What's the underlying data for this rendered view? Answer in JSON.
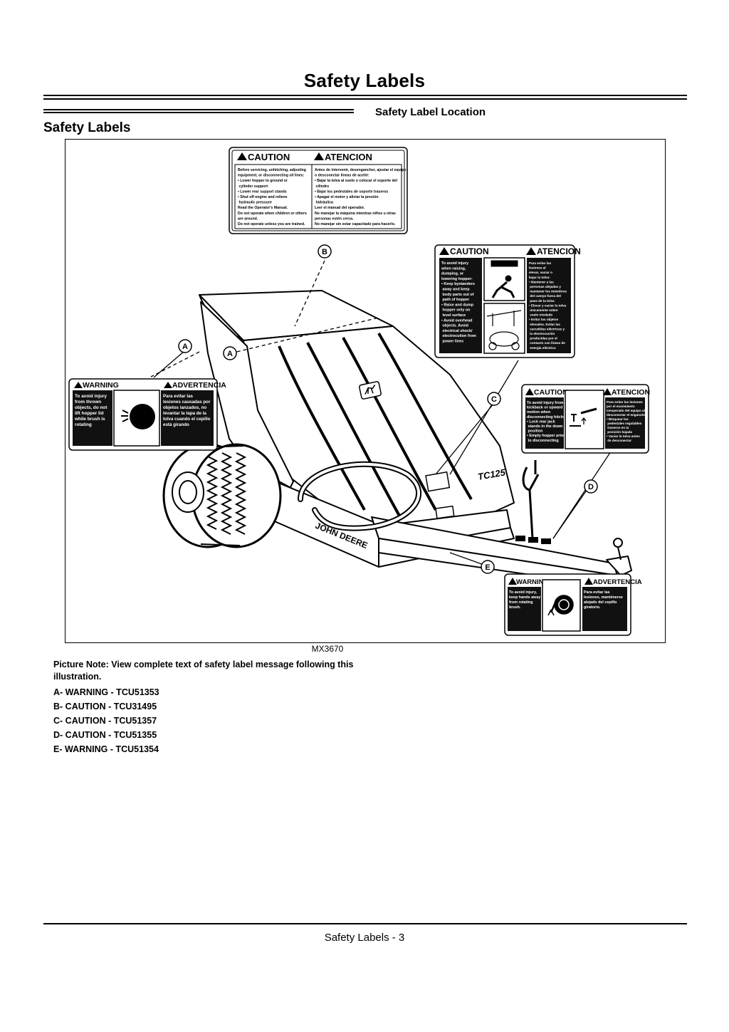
{
  "header": {
    "title": "Safety Labels"
  },
  "section": {
    "heading": "Safety Labels",
    "subheading": "Safety Label Location"
  },
  "figure": {
    "code": "MX3670",
    "callouts": {
      "a": "A",
      "b": "B",
      "c": "C",
      "d": "D",
      "e": "E"
    },
    "machine_brand": "JOHN DEERE",
    "machine_model": "TC125",
    "labels": {
      "b": {
        "title_en": "CAUTION",
        "title_es": "ATENCION",
        "text_en": [
          "Before servicing, unhitching, adjusting",
          "equipment, or disconnecting oil lines:",
          "• Lower hopper to ground or",
          "  cylinder support",
          "• Lower rear support stands",
          "• Shut off engine and relieve",
          "  hydraulic pressure",
          "Read the Operator's Manual.",
          "Do not operate when children or others",
          "are around.",
          "Do not operate unless you are trained."
        ],
        "text_es": [
          "Antes de intervenir, desengancher, ajustar el equipo",
          "o desconectar líneas de aceite:",
          "• Bajar la tolva al suelo o colocar el soporte del",
          "  cilindro",
          "• Bajar los pedestales de soporte traseros",
          "• Apagar el motor y aliviar la presión",
          "  hidráulica",
          "Leer el manual del operador.",
          "No manejar la máquina mientras niños u otras",
          "personas estén cerca.",
          "No manejar sin estar capacitado para hacerlo."
        ]
      },
      "c": {
        "title_en": "CAUTION",
        "title_es": "ATENCION",
        "text_en": [
          "To avoid injury",
          "when raising,",
          "dumping, or",
          "lowering hopper:",
          "• Keep bystanders",
          "  away and keep",
          "  body parts out of",
          "  path of hopper",
          "• Raise and dump",
          "  hopper only on",
          "  level surface",
          "• Avoid overhead",
          "  objects. Avoid",
          "  electrical shock/",
          "  electrocution from",
          "  power lines"
        ],
        "text_es": [
          "Para evitar las",
          "lesiones al",
          "elevar, vaciar o",
          "bajar la tolva:",
          "• Mantener a las",
          "  personas alejadas y",
          "  mantener los miembros",
          "  del cuerpo fuera del",
          "  paso de la tolva",
          "• Elevar y vaciar la tolva",
          "  únicamente sobre",
          "  suelo nivelado",
          "• Evitar los objetos",
          "  elevados. Evitar las",
          "  sacudidas eléctricas y",
          "  la electrocución",
          "  producidas por el",
          "  contacto con líneas de",
          "  energía eléctrica"
        ]
      },
      "a": {
        "title_en": "WARNING",
        "title_es": "ADVERTENCIA",
        "text_en": [
          "To avoid injury",
          "from thrown",
          "objects, do not",
          "lift hopper lid",
          "while brush is",
          "rotating"
        ],
        "text_es": [
          "Para evitar las",
          "lesiones causadas por",
          "objetos lanzados, no",
          "levantar la tapa de la",
          "tolva cuando el cepillo",
          "está girando"
        ]
      },
      "d": {
        "title_en": "CAUTION",
        "title_es": "ATENCION",
        "text_en": [
          "To avoid injury from",
          "kickback or upward",
          "motion when",
          "disconnecting hitch:",
          "• Lock rear jack",
          "  stands in the down",
          "  position",
          "• Empty hopper prior",
          "  to disconnecting"
        ],
        "text_es": [
          "Para evitar las lesiones",
          "por el movimiento",
          "inesperado del equipo al",
          "desconectar el enganche:",
          "• Bloquear los",
          "  pedestales regulables",
          "  traseros en la",
          "  posición bajada",
          "• Vaciar la tolva antes",
          "  de desconectar"
        ]
      },
      "e": {
        "title_en": "WARNING",
        "title_es": "ADVERTENCIA",
        "text_en": [
          "To avoid injury,",
          "keep hands away",
          "from rotating",
          "brush."
        ],
        "text_es": [
          "Para evitar las",
          "lesiones, manténerse",
          "alejado del cepillo",
          "giratorio."
        ]
      }
    }
  },
  "note": {
    "text": "Picture Note: View complete text of safety label message following this illustration."
  },
  "legend": [
    "A- WARNING - TCU51353",
    "B- CAUTION - TCU31495",
    "C- CAUTION - TCU51357",
    "D- CAUTION - TCU51355",
    "E- WARNING - TCU51354"
  ],
  "footer": {
    "page": "Safety Labels - 3"
  }
}
